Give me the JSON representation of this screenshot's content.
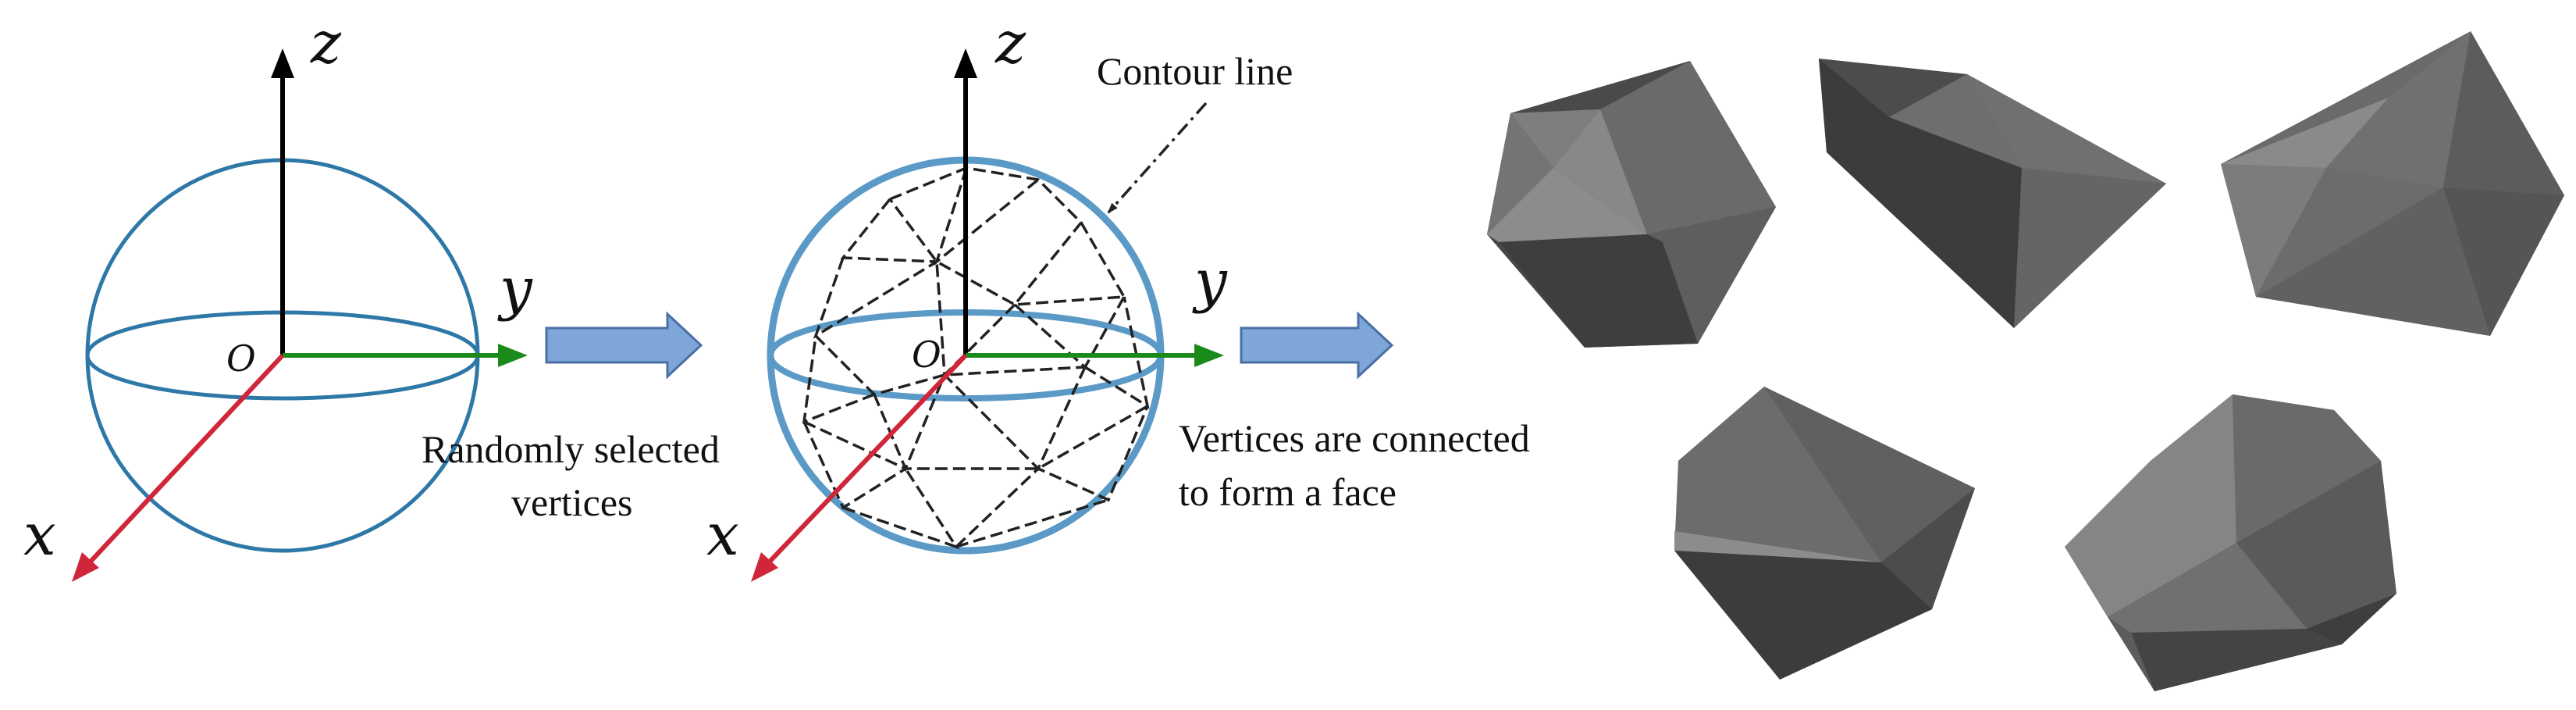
{
  "panel_left": {
    "axis_x": "x",
    "axis_y": "y",
    "axis_z": "z",
    "origin": "O"
  },
  "step1": {
    "caption_line1": "Randomly selected",
    "caption_line2": "vertices"
  },
  "panel_middle": {
    "axis_x": "x",
    "axis_y": "y",
    "axis_z": "z",
    "origin": "O",
    "contour_label": "Contour line"
  },
  "step2": {
    "caption_line1": "Vertices are connected",
    "caption_line2": "to form a face"
  },
  "colors": {
    "sphere": "#2e78a8",
    "sphere_mid": "#5b9ac6",
    "axis_x": "#d0263a",
    "axis_y": "#1a8a1a",
    "axis_z": "#000000",
    "arrow_fill": "#7ea6d8",
    "arrow_stroke": "#4a6fa5",
    "polyhedron": "#5f5f5f"
  },
  "particles": [
    "polyhedron-1",
    "polyhedron-2",
    "polyhedron-3",
    "polyhedron-4",
    "polyhedron-5"
  ]
}
